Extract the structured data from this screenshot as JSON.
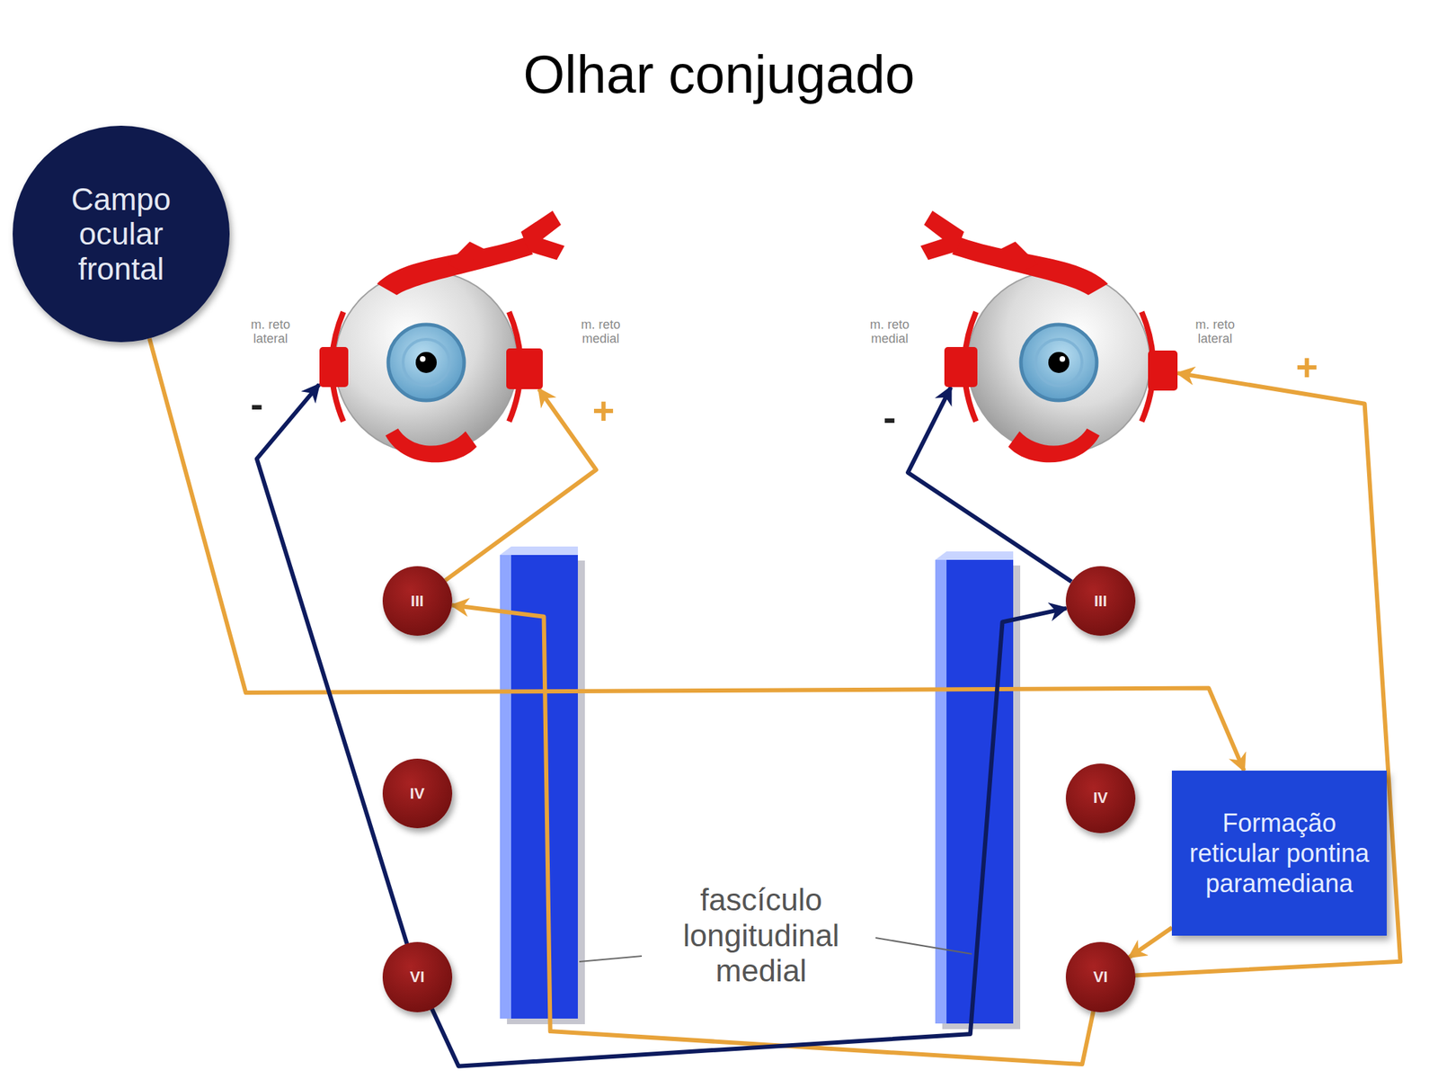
{
  "diagram": {
    "title": "Olhar conjugado",
    "nodes": [
      {
        "text": [
          "Campo ocular frontal"
        ]
      },
      {
        "text": [
          "m. reto lateral"
        ]
      },
      {
        "text": [
          "m. reto medial"
        ]
      },
      {
        "text": [
          "m. reto medial"
        ]
      },
      {
        "text": [
          "m. reto lateral"
        ]
      },
      {
        "text": [
          "III"
        ]
      },
      {
        "text": [
          "III"
        ]
      },
      {
        "text": [
          "IV"
        ]
      },
      {
        "text": [
          "IV"
        ]
      },
      {
        "text": [
          "Formação reticular pontina paramediana"
        ]
      },
      {
        "text": [
          "VI"
        ]
      },
      {
        "text": [
          "VI"
        ]
      }
    ],
    "edges": [
      {
        "from": 0,
        "to": 9,
        "arrow": "to"
      },
      {
        "from": 9,
        "to": 11,
        "arrow": "to"
      },
      {
        "from": 11,
        "to": 4,
        "arrow": "to"
      },
      {
        "from": 11,
        "to": 5,
        "arrow": "to"
      },
      {
        "from": 5,
        "to": 2,
        "arrow": "to"
      },
      {
        "from": 10,
        "to": 1,
        "arrow": "to"
      },
      {
        "from": 10,
        "to": 6,
        "arrow": "to"
      },
      {
        "from": 6,
        "to": 3,
        "arrow": "to"
      }
    ],
    "labels": [
      "-",
      "+",
      "-",
      "+",
      "fascículo longitudinal medial"
    ]
  }
}
